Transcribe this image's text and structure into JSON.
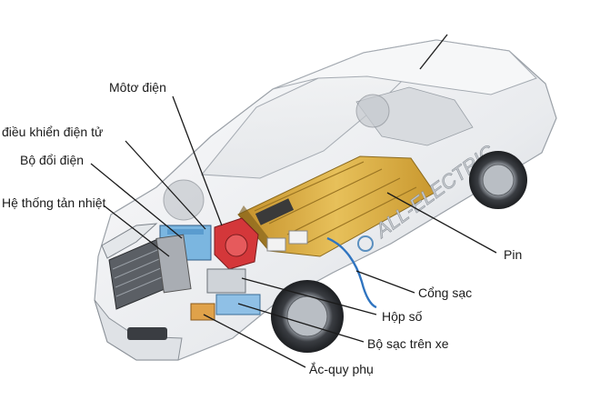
{
  "labels": {
    "motor": "Môtơ điện",
    "controller": "điều khiển điện tử",
    "inverter": "Bộ đổi điện",
    "cooling": "Hệ thống tản nhiệt",
    "battery": "Pin",
    "charge_port": "Cổng sạc",
    "gearbox": "Hộp số",
    "onboard_charger": "Bộ sạc trên xe",
    "aux_battery": "Ắc-quy phụ"
  },
  "car": {
    "side_text": "ALL-ELECTRIC",
    "body_color": "#eef0f2",
    "battery_color": "#d9a93c",
    "motor_color": "#d4373a",
    "inverter_color": "#7bb6e0",
    "cable_color": "#2f74c0"
  }
}
